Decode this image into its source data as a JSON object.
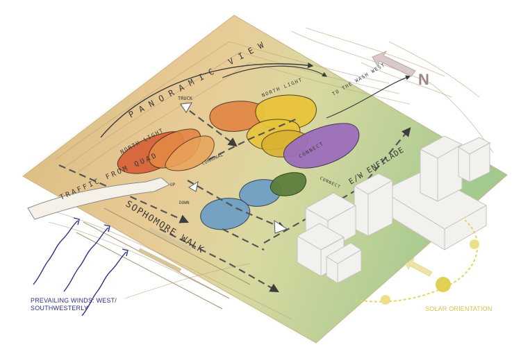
{
  "labels": {
    "panoramic_view": "PANORAMIC VIEW",
    "north_light_left": "NORTH LIGHT",
    "north_light_right": "NORTH LIGHT",
    "truck": "TRUCK",
    "communal": "COMMUNAL",
    "connect_purple": "CONNECT",
    "connect_lower": "CONNECT",
    "ew_enfilade": "E/W ENFILADE",
    "to_wash_west": "TO THE WASH WEST",
    "traffic_from_quad": "TRAFFIC FROM QUAD",
    "down": "DOWN",
    "up": "UP",
    "sophomore_walk": "SOPHOMORE WALK",
    "north_arrow": "N",
    "prevailing_winds": "PREVAILING WINDS: WEST/ SOUTHWESTERLY",
    "solar_orientation": "SOLAR ORIENTATION"
  },
  "colors": {
    "orange_dark": "#d8643a",
    "orange_mid": "#e28745",
    "orange_light": "#e9a35a",
    "yellow": "#e9c43b",
    "yellow_dark": "#d9b232",
    "purple": "#9b6bbd",
    "blue": "#6d9ec6",
    "green_blob": "#5c7f3c",
    "winds": "#2e2f86",
    "solar": "#e6d56a"
  }
}
